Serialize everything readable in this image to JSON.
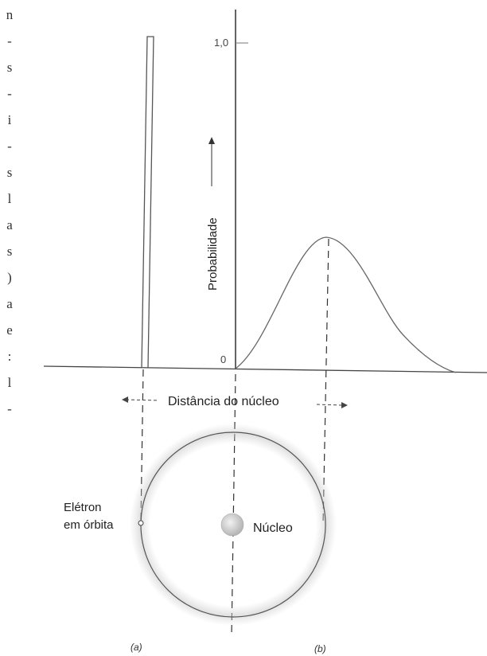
{
  "margin_fragments": [
    "n",
    "-",
    "s",
    "-",
    "i",
    "-",
    "s",
    "l",
    "a",
    "s",
    ")",
    "a",
    "e",
    ":",
    "l",
    "-"
  ],
  "axis": {
    "y_top_tick": "1,0",
    "origin": "0",
    "y_label": "Probabilidade",
    "x_label": "Distância do núcleo"
  },
  "atom": {
    "electron_label_line1": "Elétron",
    "electron_label_line2": "em órbita",
    "nucleus_label": "Núcleo"
  },
  "captions": {
    "a": "(a)",
    "b": "(b)"
  }
}
